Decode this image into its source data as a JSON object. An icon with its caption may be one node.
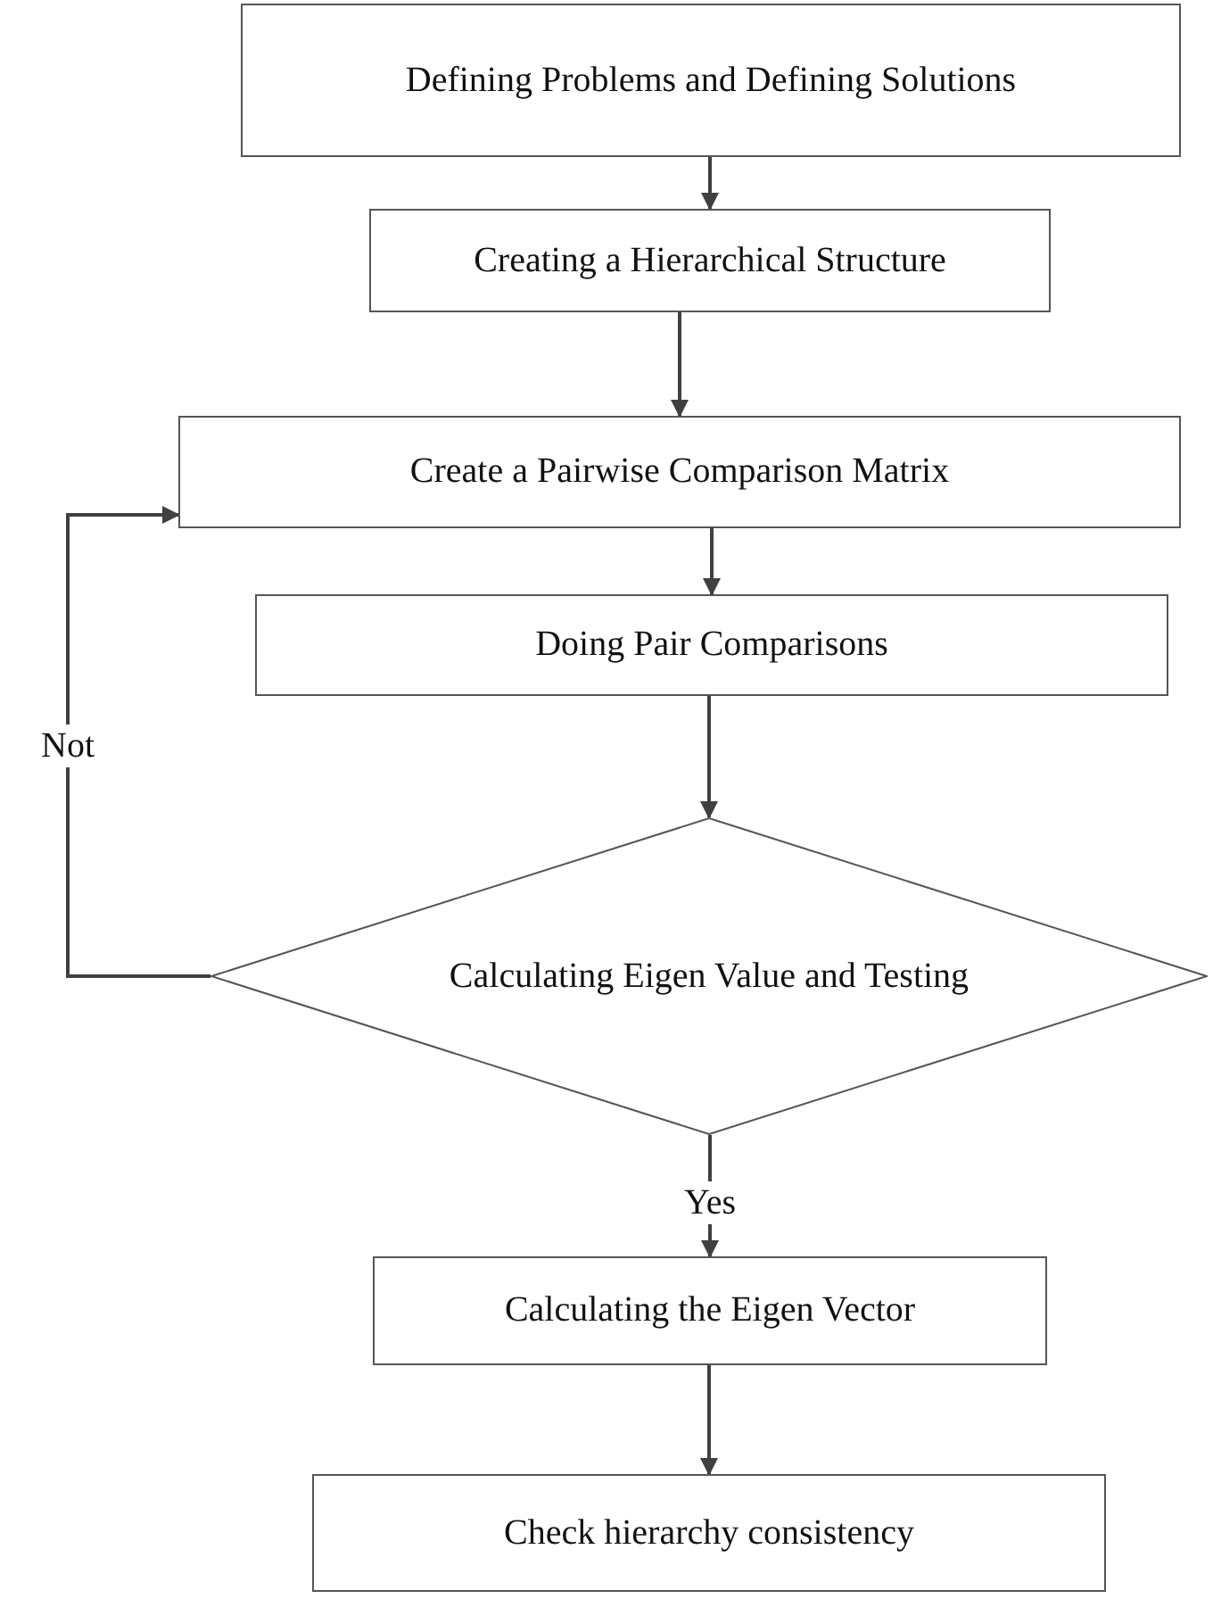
{
  "diagram": {
    "nodes": [
      {
        "text": [
          "Defining Problems and Defining Solutions"
        ]
      },
      {
        "text": [
          "Creating a Hierarchical Structure"
        ]
      },
      {
        "text": [
          "Create a Pairwise Comparison Matrix"
        ]
      },
      {
        "text": [
          "Doing Pair Comparisons"
        ]
      },
      {
        "text": [
          "Calculating Eigen Value and Testing"
        ]
      },
      {
        "text": [
          "Calculating the Eigen Vector"
        ]
      },
      {
        "text": [
          "Check hierarchy consistency"
        ]
      }
    ],
    "edges": [
      {
        "from": 0,
        "to": 1,
        "arrow": "to"
      },
      {
        "from": 1,
        "to": 2,
        "arrow": "to"
      },
      {
        "from": 2,
        "to": 3,
        "arrow": "to"
      },
      {
        "from": 3,
        "to": 4,
        "arrow": "to"
      },
      {
        "from": 4,
        "to": 5,
        "arrow": "to",
        "label": "Yes"
      },
      {
        "from": 5,
        "to": 6,
        "arrow": "to"
      },
      {
        "from": 4,
        "to": 2,
        "arrow": "to",
        "label": "Not"
      }
    ]
  }
}
